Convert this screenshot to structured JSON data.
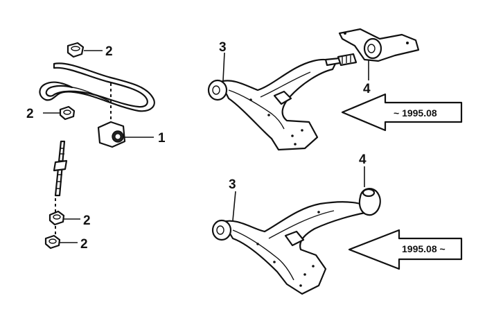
{
  "callouts": {
    "c1": "1",
    "c2a": "2",
    "c2b": "2",
    "c2c": "2",
    "c2d": "2",
    "c3a": "3",
    "c3b": "3",
    "c4a": "4",
    "c4b": "4"
  },
  "arrows": {
    "upper": "~ 1995.08",
    "lower": "1995.08 ~"
  }
}
